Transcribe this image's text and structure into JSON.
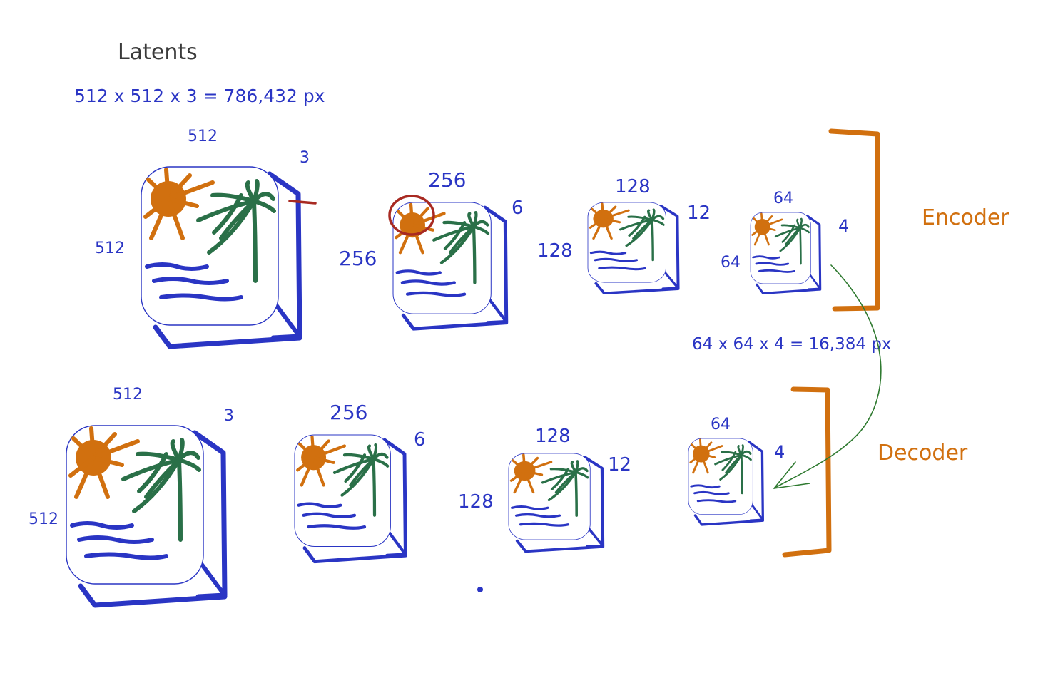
{
  "title": "Latents",
  "pixel_formula": "512 x 512 x 3 = 786,432 px",
  "latent_formula": "64 x 64 x 4 = 16,384 px",
  "encoder_label": "Encoder",
  "decoder_label": "Decoder",
  "encoder_blocks": [
    {
      "width": "512",
      "height": "512",
      "channels": "3"
    },
    {
      "width": "256",
      "height": "256",
      "channels": "6"
    },
    {
      "width": "128",
      "height": "128",
      "channels": "12"
    },
    {
      "width": "64",
      "height": "64",
      "channels": "4"
    }
  ],
  "decoder_blocks": [
    {
      "width": "512",
      "height": "512",
      "channels": "3"
    },
    {
      "width": "256",
      "height": "",
      "channels": "6"
    },
    {
      "width": "128",
      "height": "128",
      "channels": "12"
    },
    {
      "width": "64",
      "height": "",
      "channels": "4"
    }
  ],
  "colors": {
    "blue": "#2a35c4",
    "orange": "#d1700f",
    "green": "#2a7048",
    "red": "#a82a22",
    "text": "#3a3a3a"
  },
  "icons": [
    "sun-icon",
    "palm-tree-icon",
    "water-waves-icon"
  ]
}
